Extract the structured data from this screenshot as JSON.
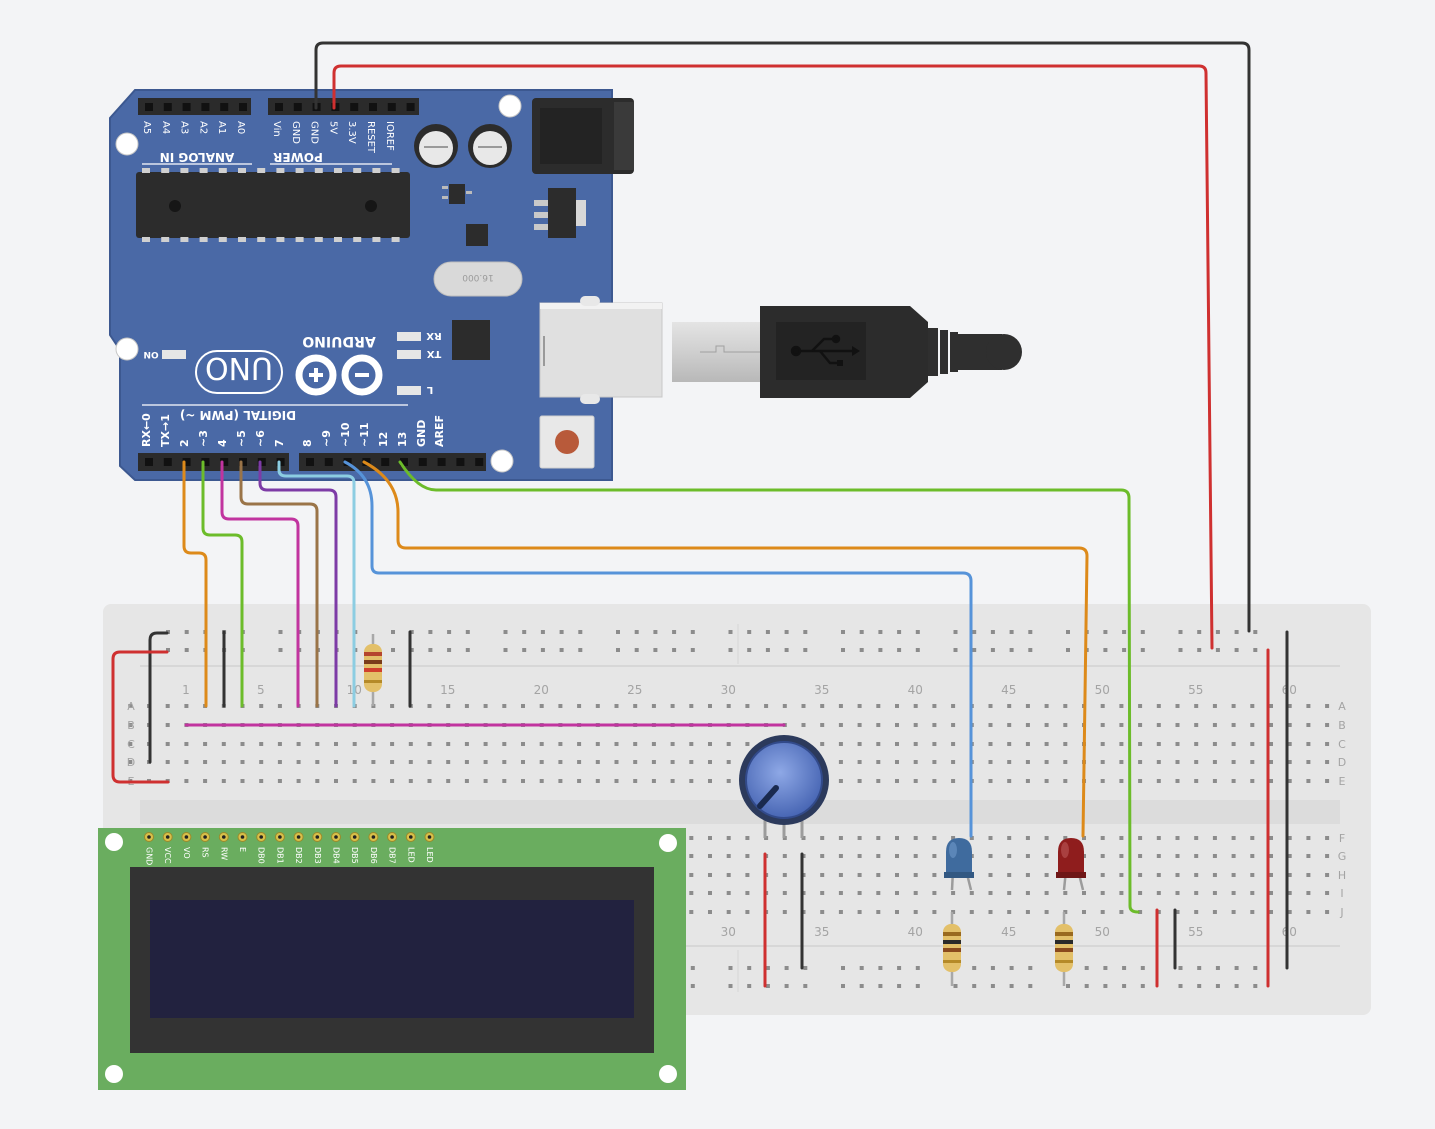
{
  "colors": {
    "background": "#f3f4f6",
    "arduino_board": "#4a69a6",
    "breadboard": "#e6e6e6",
    "lcd_pcb": "#6aad5f",
    "lcd_screen": "#22223f",
    "wire_red": "#cf3030",
    "wire_black": "#333333",
    "wire_orange": "#dd8a1a",
    "wire_green": "#6cbc2a",
    "wire_magenta": "#c1349f",
    "wire_brown": "#9a7448",
    "wire_purple": "#7d3ba6",
    "wire_light_blue": "#8ccde2",
    "wire_blue": "#5693d9",
    "led_blue": "#3f6b9e",
    "led_red": "#8f1d1d"
  },
  "arduino": {
    "brand": "ARDUINO",
    "model": "UNO",
    "analog_label": "ANALOG IN",
    "power_label": "POWER",
    "digital_label": "DIGITAL (PWM ~)",
    "on_label": "ON",
    "rx_label": "RX",
    "tx_label": "TX",
    "l_label": "L",
    "crystal_label": "16.000",
    "analog_pins": [
      "A5",
      "A4",
      "A3",
      "A2",
      "A1",
      "A0"
    ],
    "power_pins": [
      "Vin",
      "GND",
      "GND",
      "5V",
      "3.3V",
      "RESET",
      "IOREF"
    ],
    "digital_pins": [
      "RX←0",
      "TX→1",
      "2",
      "~3",
      "4",
      "~5",
      "~6",
      "7",
      "8",
      "~9",
      "~10",
      "~11",
      "12",
      "13",
      "GND",
      "AREF"
    ]
  },
  "breadboard": {
    "column_numbers_top": [
      "1",
      "5",
      "10",
      "15",
      "20",
      "25",
      "30",
      "35",
      "40",
      "45",
      "50",
      "55",
      "60"
    ],
    "column_numbers_bottom": [
      "30",
      "35",
      "40",
      "45",
      "50",
      "55",
      "60"
    ],
    "row_letters_top": [
      "A",
      "B",
      "C",
      "D",
      "E"
    ],
    "row_letters_bottom": [
      "F",
      "G",
      "H",
      "I",
      "J"
    ]
  },
  "lcd": {
    "pins": [
      "GND",
      "VCC",
      "VO",
      "RS",
      "RW",
      "E",
      "DB0",
      "DB1",
      "DB2",
      "DB3",
      "DB4",
      "DB5",
      "DB6",
      "DB7",
      "LED",
      "LED"
    ]
  }
}
